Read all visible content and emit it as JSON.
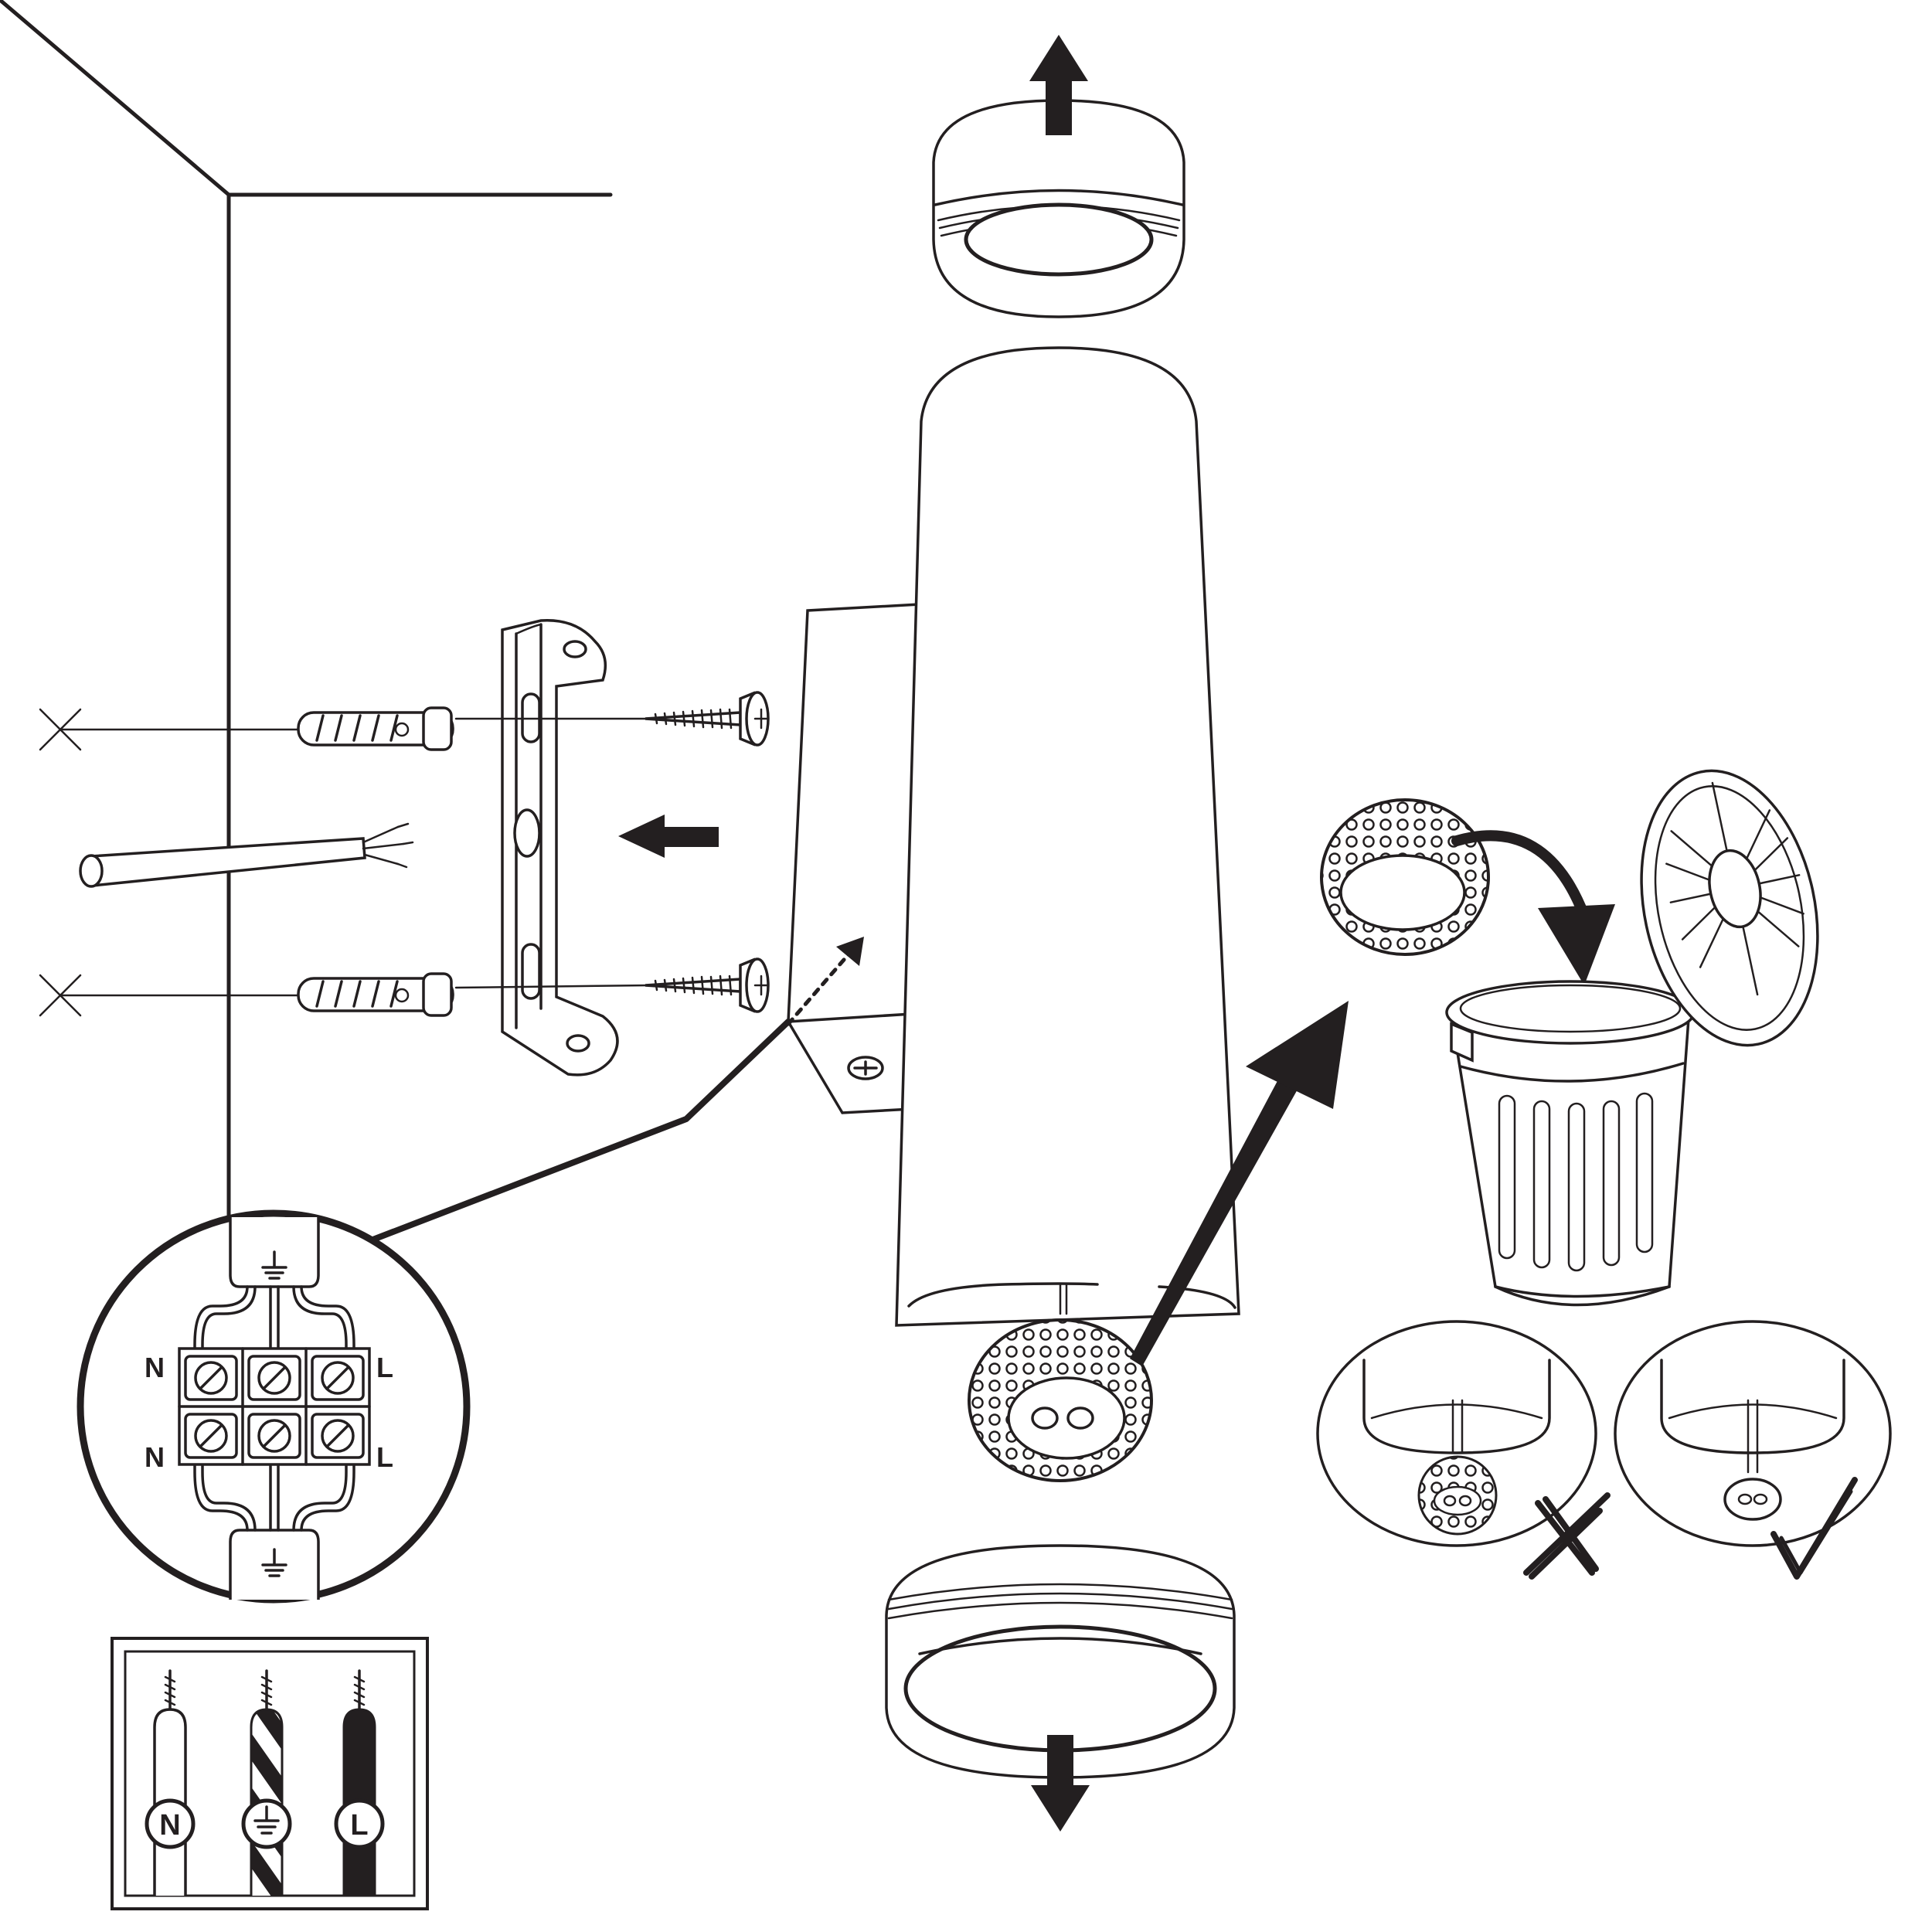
{
  "diagram": {
    "type": "wall-light installation instructions",
    "terminal_labels": {
      "left_top": "N",
      "left_bottom": "N",
      "right_top": "L",
      "right_bottom": "L"
    },
    "wire_legend": [
      {
        "symbol": "N",
        "fill": "white"
      },
      {
        "symbol": "earth",
        "fill": "striped"
      },
      {
        "symbol": "L",
        "fill": "black"
      }
    ],
    "result_marks": [
      {
        "mark": "cross",
        "meaning": "incorrect"
      },
      {
        "mark": "check",
        "meaning": "correct"
      }
    ],
    "colors": {
      "line": "#231f20",
      "background": "#ffffff"
    }
  }
}
